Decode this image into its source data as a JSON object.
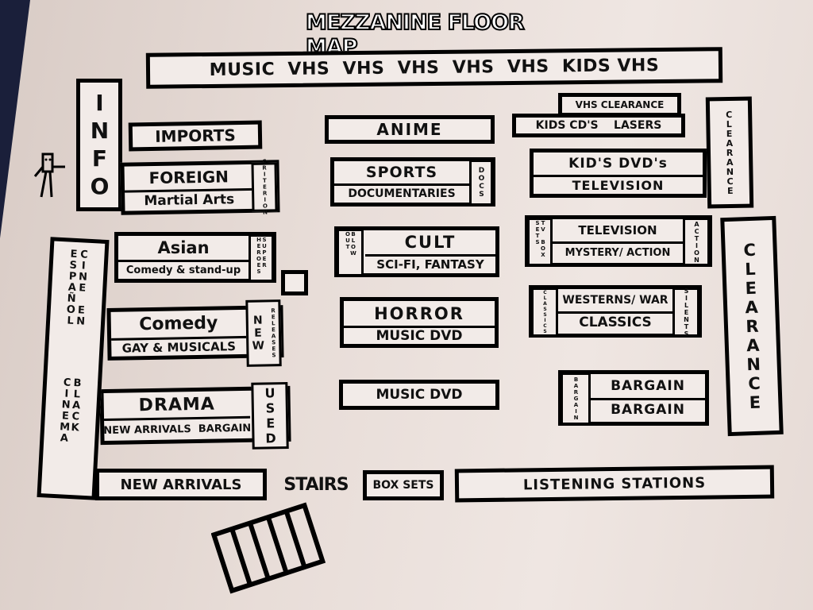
{
  "title": "MEZZANINE FLOOR MAP",
  "top_bar": "MUSIC  VHS  VHS  VHS  VHS  VHS  KIDS VHS",
  "info": "INFO",
  "left_column": {
    "imports": "IMPORTS",
    "foreign": "FOREIGN",
    "martial_arts": "Martial Arts",
    "criterion": "CRITERION",
    "asian": "Asian",
    "comedy_standup": "Comedy & stand-up",
    "super_heroes": "SUPER HEROES",
    "comedy": "Comedy",
    "gay_musicals": "GAY & MUSICALS",
    "new": "NEW",
    "releases": "RELEASES",
    "drama": "DRAMA",
    "new_arrivals_bargain": "NEW ARRIVALS  BARGAIN",
    "used": "USED",
    "cine_en_espanol": "CINE EN ESPAÑOL",
    "black_cinema": "BLACK CINEMA"
  },
  "center_column": {
    "anime": "ANIME",
    "sports": "SPORTS",
    "documentaries": "DOCUMENTARIES",
    "docs": "DOCS",
    "blow_out": "BLOW OUT",
    "cult": "CULT",
    "scifi_fantasy": "SCI-FI, FANTASY",
    "horror": "HORROR",
    "music_dvd_1": "MUSIC DVD",
    "music_dvd_2": "MUSIC DVD"
  },
  "right_column": {
    "vhs_clearance": "VHS CLEARANCE",
    "kids_cds_lasers": "KIDS CD'S    LASERS",
    "kids_dvds": "KID'S DVD's",
    "television_1": "TELEVISION",
    "box_sets_tv": "TV BOX SETS",
    "television_2": "TELEVISION",
    "mystery_action": "MYSTERY/ ACTION",
    "action": "ACTION",
    "classics_side": "CLASSICS",
    "westerns_war": "WESTERNS/ WAR",
    "classics": "CLASSICS",
    "silents": "SILENTS",
    "bargain_side": "BARGAIN",
    "bargain_1": "BARGAIN",
    "bargain_2": "BARGAIN",
    "clearance_small": "CLEARANCE",
    "clearance_big": "CLEARANCE"
  },
  "bottom_row": {
    "new_arrivals": "NEW ARRIVALS",
    "stairs": "STAIRS",
    "box_sets": "BOX SETS",
    "listening_stations": "LISTENING STATIONS"
  },
  "icons": [
    "stick-figure-icon",
    "stairs-icon"
  ]
}
